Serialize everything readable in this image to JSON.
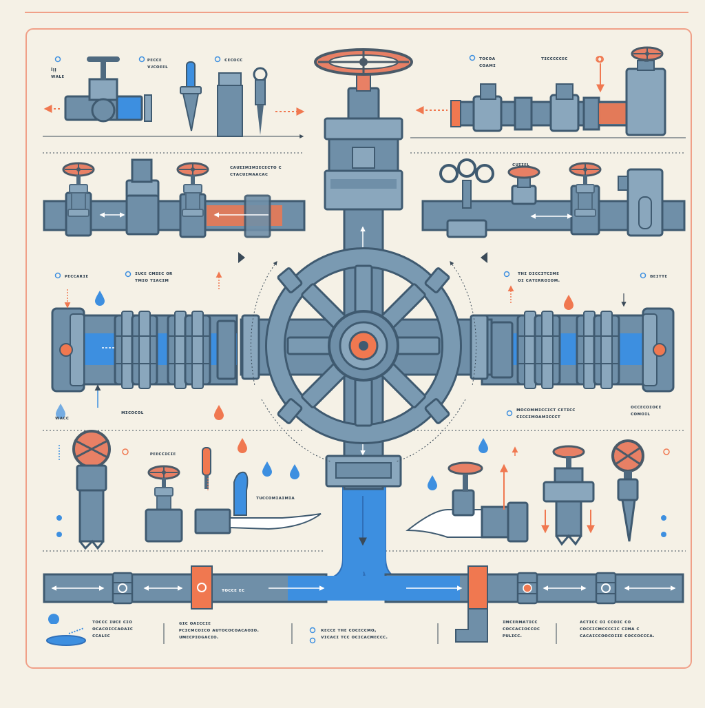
{
  "colors": {
    "background": "#f5f1e6",
    "frame": "#f0a088",
    "steel": "#6f8fa8",
    "steel_dark": "#4f6a80",
    "steel_light": "#8aa7bd",
    "water_blue": "#3d8fe0",
    "accent_orange": "#f07850",
    "ink": "#3a4a58"
  },
  "labels": {
    "tl_1": "Iᴉᴉ\nᴡᴀʟᴇ",
    "tl_2": "ᴘᴇᴄᴄᴇ\nᴠᴊᴄᴏᴇᴇʟ",
    "tl_3": "ᴄᴇᴄᴏᴄᴄ",
    "tr_1": "ᴛᴏᴄᴏᴀ\nᴄᴏᴀᴍɪ",
    "tr_2": "ᴛɪᴄᴄᴄᴄᴄᴇᴄ",
    "row2_left": "ᴄᴀᴜɪɪᴍɪᴍɪᴇᴄᴇᴄᴛᴏ ᴄ\nᴄᴛᴀᴄᴜɪᴍᴀᴀᴄᴀᴄ",
    "row2_right": "ᴄᴜɪɪᴇʟ",
    "mid_left_1": "ᴘᴇᴄᴄᴀʀɪᴇ",
    "mid_left_2": "ɪᴜᴄᴇ ᴄᴍɪᴇᴄ ᴏʀ\nᴛᴍɪᴏ ᴛɪᴀᴄɪᴍ",
    "mid_right_1": "ᴛʜɪ ᴅɪᴄᴄɪᴛᴄɪᴍᴇ\nᴏɪ ᴄᴀᴛᴇʀʀᴏɪᴏᴍ.",
    "mid_right_2": "ʙᴇɪᴛᴛᴇ",
    "low_left_1": "ᴡᴀᴄᴄ",
    "low_left_2": "ᴍɪᴄᴏᴄᴏʟ",
    "low_right_1": "ᴍᴏᴄᴏᴍᴍɪᴄᴄɪᴄᴛ ᴄᴇᴛɪᴄᴄ\nᴄɪᴄᴄɪᴍᴏᴀᴍɪᴄᴄᴄᴛ",
    "low_right_2": "ᴏᴄᴄᴇᴄᴏɪᴏᴄᴇ\nᴄᴏᴍᴏɪʟ",
    "row4_1": "ᴘᴇᴇᴄᴄɪᴄɪᴇ",
    "row4_2": "ᴛᴜᴄᴄᴏᴍɪᴀɪᴍɪᴀ",
    "pipe_tag": "ᴛᴏᴄᴄᴇ ᴇᴄ",
    "foot_1": "ᴛᴏᴄᴄᴄ ɪᴜᴄᴇ ᴄɪᴏ\nᴏᴄᴀᴄᴏɪᴄᴄᴀᴏᴀɪᴄ\nᴄᴄᴀʟᴇᴄ",
    "foot_2": "ɢɪᴄ ᴏᴀɪᴄᴄɪᴇ\nᴘᴄɪᴄᴍᴄᴏɪᴄᴏ ᴀᴜᴛᴏᴄᴏᴄᴏᴀᴄᴀᴏɪᴏ.\nᴜᴍᴇᴄᴘɪᴏɢᴀᴄɪᴏ.",
    "foot_3": "ᴋᴇᴄᴄᴇ ᴛʜᴇ ᴄᴏᴄᴇᴄᴄᴍᴏ,\nᴠɪᴄᴀᴄɪ ᴛᴄᴄ ᴏᴄɪᴄᴀᴄᴍᴇᴄᴄᴄ.",
    "foot_4": "ɪᴍᴄᴇʀᴍᴀᴛɪᴄᴄ\nᴄᴏᴄᴄᴀᴄɪᴏᴄᴄᴏᴄ\nᴘᴜʟɪᴄᴄ.",
    "foot_5": "ᴀᴄᴛɪᴄᴄ ᴏɪ ᴄᴄᴏɪᴄ ᴄᴏ\nᴄᴏᴄᴄɪᴄᴍᴄᴄᴄᴄɪᴄ ᴄɪᴍᴀ ᴄ\nᴄᴀᴄᴀɪᴄᴄᴏᴏᴄᴏɪɪᴇ ᴄᴏᴄᴄᴏᴄᴄᴄᴀ."
  }
}
